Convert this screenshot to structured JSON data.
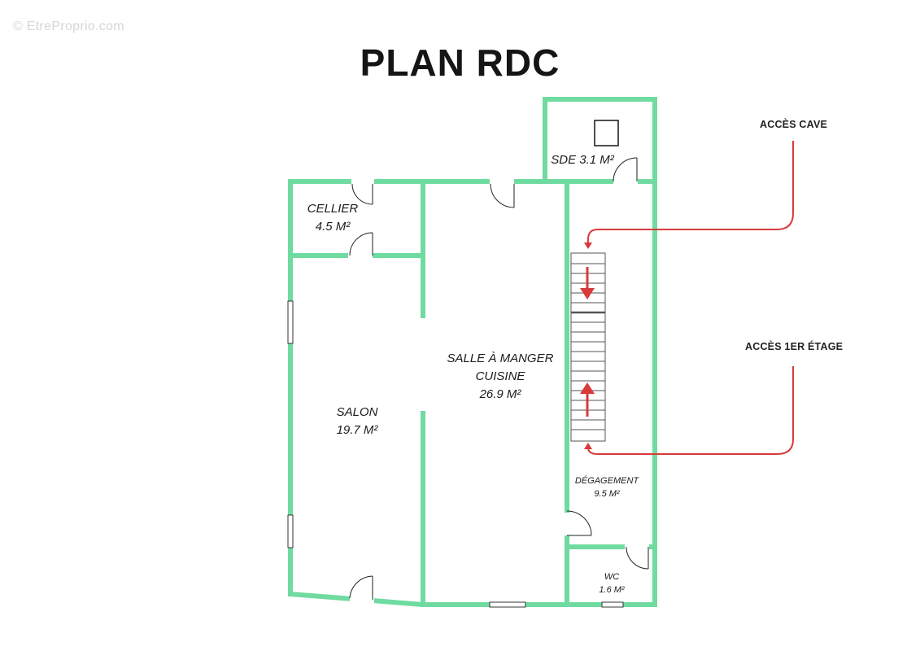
{
  "watermark": "© EtreProprio.com",
  "title": "PLAN RDC",
  "rooms": {
    "sde": {
      "name": "SDE 3.1 M²"
    },
    "cellier": {
      "name": "CELLIER",
      "area": "4.5 M²"
    },
    "salle": {
      "name": "SALLE À MANGER",
      "name2": "CUISINE",
      "area": "26.9 M²"
    },
    "salon": {
      "name": "SALON",
      "area": "19.7 M²"
    },
    "degagement": {
      "name": "DÉGAGEMENT",
      "area": "9.5 M²"
    },
    "wc": {
      "name": "WC",
      "area": "1.6 M²"
    }
  },
  "annotations": {
    "cave": "ACCÈS CAVE",
    "etage": "ACCÈS 1ER ÉTAGE"
  },
  "colors": {
    "wall": "#6fdba0",
    "arrow": "#d93a3a",
    "line": "#222222"
  }
}
